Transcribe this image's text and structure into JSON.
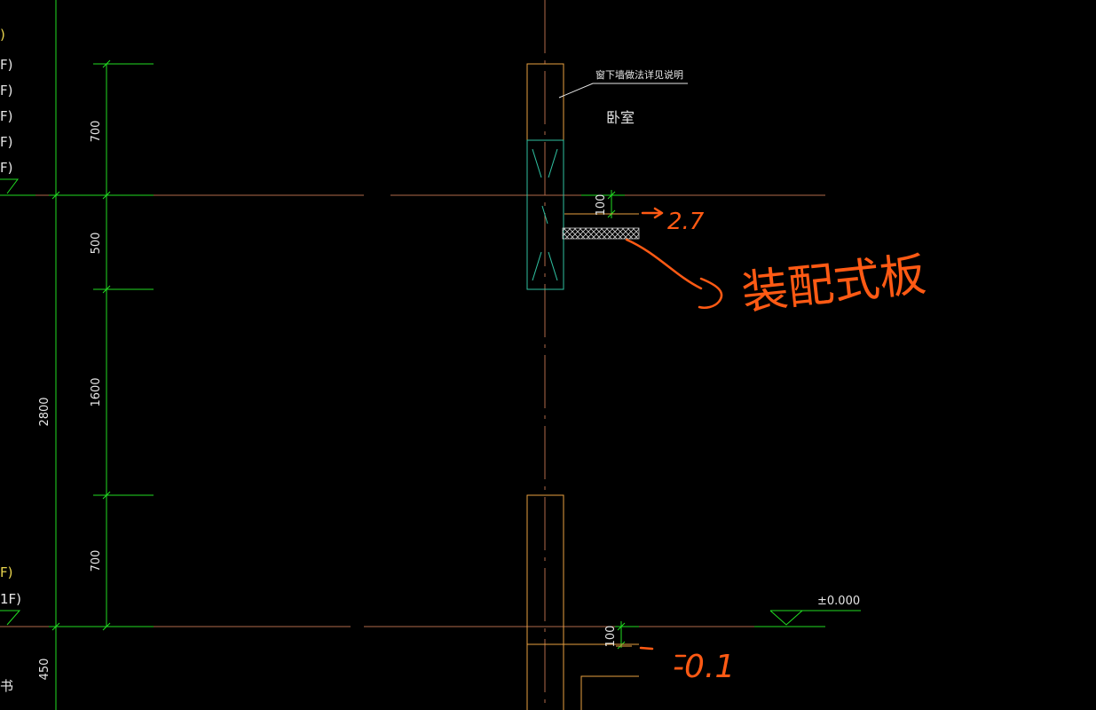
{
  "drawing": {
    "note_label": "窗下墙做法详见说明",
    "room_label": "卧室",
    "elevation_label": "±0.000",
    "left_floor_labels": [
      ")",
      "F)",
      "F)",
      "F)",
      "F)",
      "F)"
    ],
    "left_lower_labels": [
      "F)",
      "1F)",
      "书"
    ]
  },
  "dimensions": {
    "outer": [
      "2800",
      "450"
    ],
    "inner": [
      "700",
      "500",
      "1600",
      "700"
    ],
    "sill": [
      "100",
      "100"
    ]
  },
  "handwritten": {
    "upper_value": "2.7",
    "lower_value": "-0.1",
    "annotation": "装配式板"
  },
  "colors": {
    "background": "#000000",
    "dimension_line": "#22dd22",
    "wall_line": "#e8a040",
    "axis_line": "#b06a4a",
    "glass_line": "#2fc0a0",
    "text": "#e6e6e6",
    "layer_text": "#e8d44d",
    "markup": "#ff5a14"
  }
}
